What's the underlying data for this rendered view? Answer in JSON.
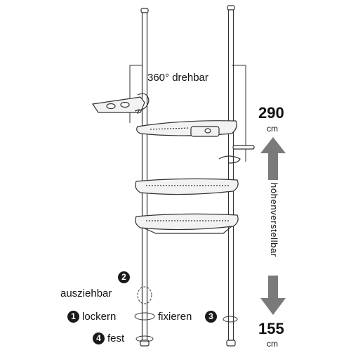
{
  "rotation_label": "360° drehbar",
  "max_height": {
    "value": "290",
    "unit": "cm"
  },
  "min_height": {
    "value": "155",
    "unit": "cm"
  },
  "adjustable_label": "höhenverstellbar",
  "steps": [
    {
      "number": "1",
      "label": "lockern"
    },
    {
      "number": "2",
      "label": "ausziehbar"
    },
    {
      "number": "3",
      "label": "fixieren"
    },
    {
      "number": "4",
      "label": "fest"
    }
  ],
  "colors": {
    "line": "#333333",
    "arrow": "#7a7a7a",
    "shelf_fill": "#f2f2f2"
  }
}
